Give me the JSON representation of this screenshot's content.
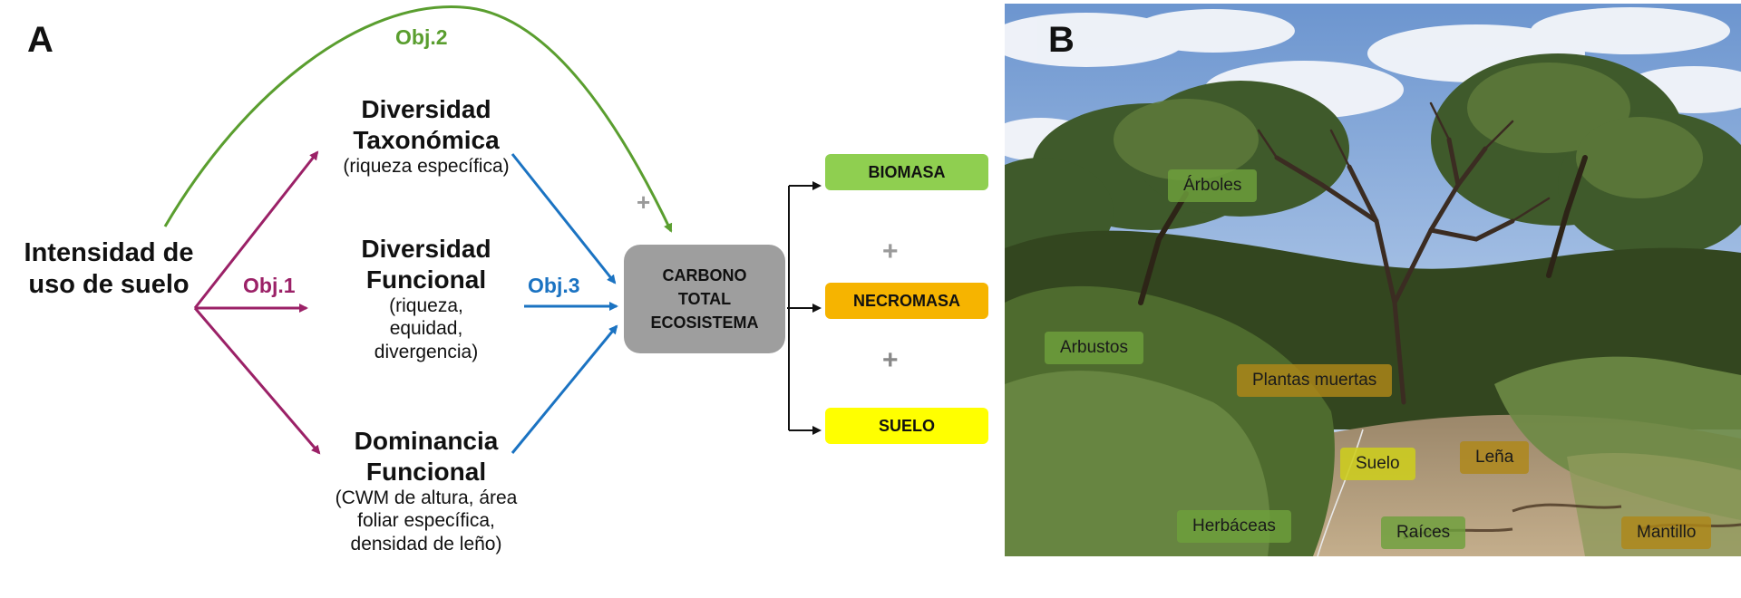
{
  "panel_a": {
    "letter": "A",
    "driver": [
      "Intensidad de",
      "uso de suelo"
    ],
    "nodes": [
      {
        "title": [
          "Diversidad",
          "Taxonómica"
        ],
        "detail": [
          "(riqueza específica)"
        ]
      },
      {
        "title": [
          "Diversidad",
          "Funcional"
        ],
        "detail": [
          "(riqueza,",
          "equidad,",
          "divergencia)"
        ]
      },
      {
        "title": [
          "Dominancia",
          "Funcional"
        ],
        "detail": [
          "(CWM de altura, área",
          "foliar específica,",
          "densidad de leño)"
        ]
      }
    ],
    "objectives": {
      "obj1": "Obj.1",
      "obj2": "Obj.2",
      "obj3": "Obj.3"
    },
    "carbon": [
      "CARBONO",
      "TOTAL",
      "ECOSISTEMA"
    ],
    "pools": [
      "BIOMASA",
      "NECROMASA",
      "SUELO"
    ],
    "plus": "+",
    "plus_obj2": "+",
    "colors": {
      "obj1": "#9b2167",
      "obj2": "#5a9e2f",
      "obj3": "#1b73c2",
      "biomasa": "#8fcf50",
      "necromasa": "#f6b400",
      "suelo": "#ffff00",
      "carbon": "#9e9e9e"
    }
  },
  "panel_b": {
    "letter": "B",
    "labels": {
      "arboles": "Árboles",
      "arbustos": "Arbustos",
      "plantas_muertas": "Plantas muertas",
      "suelo": "Suelo",
      "lena": "Leña",
      "herbaceas": "Herbáceas",
      "raices": "Raíces",
      "mantillo": "Mantillo"
    }
  }
}
